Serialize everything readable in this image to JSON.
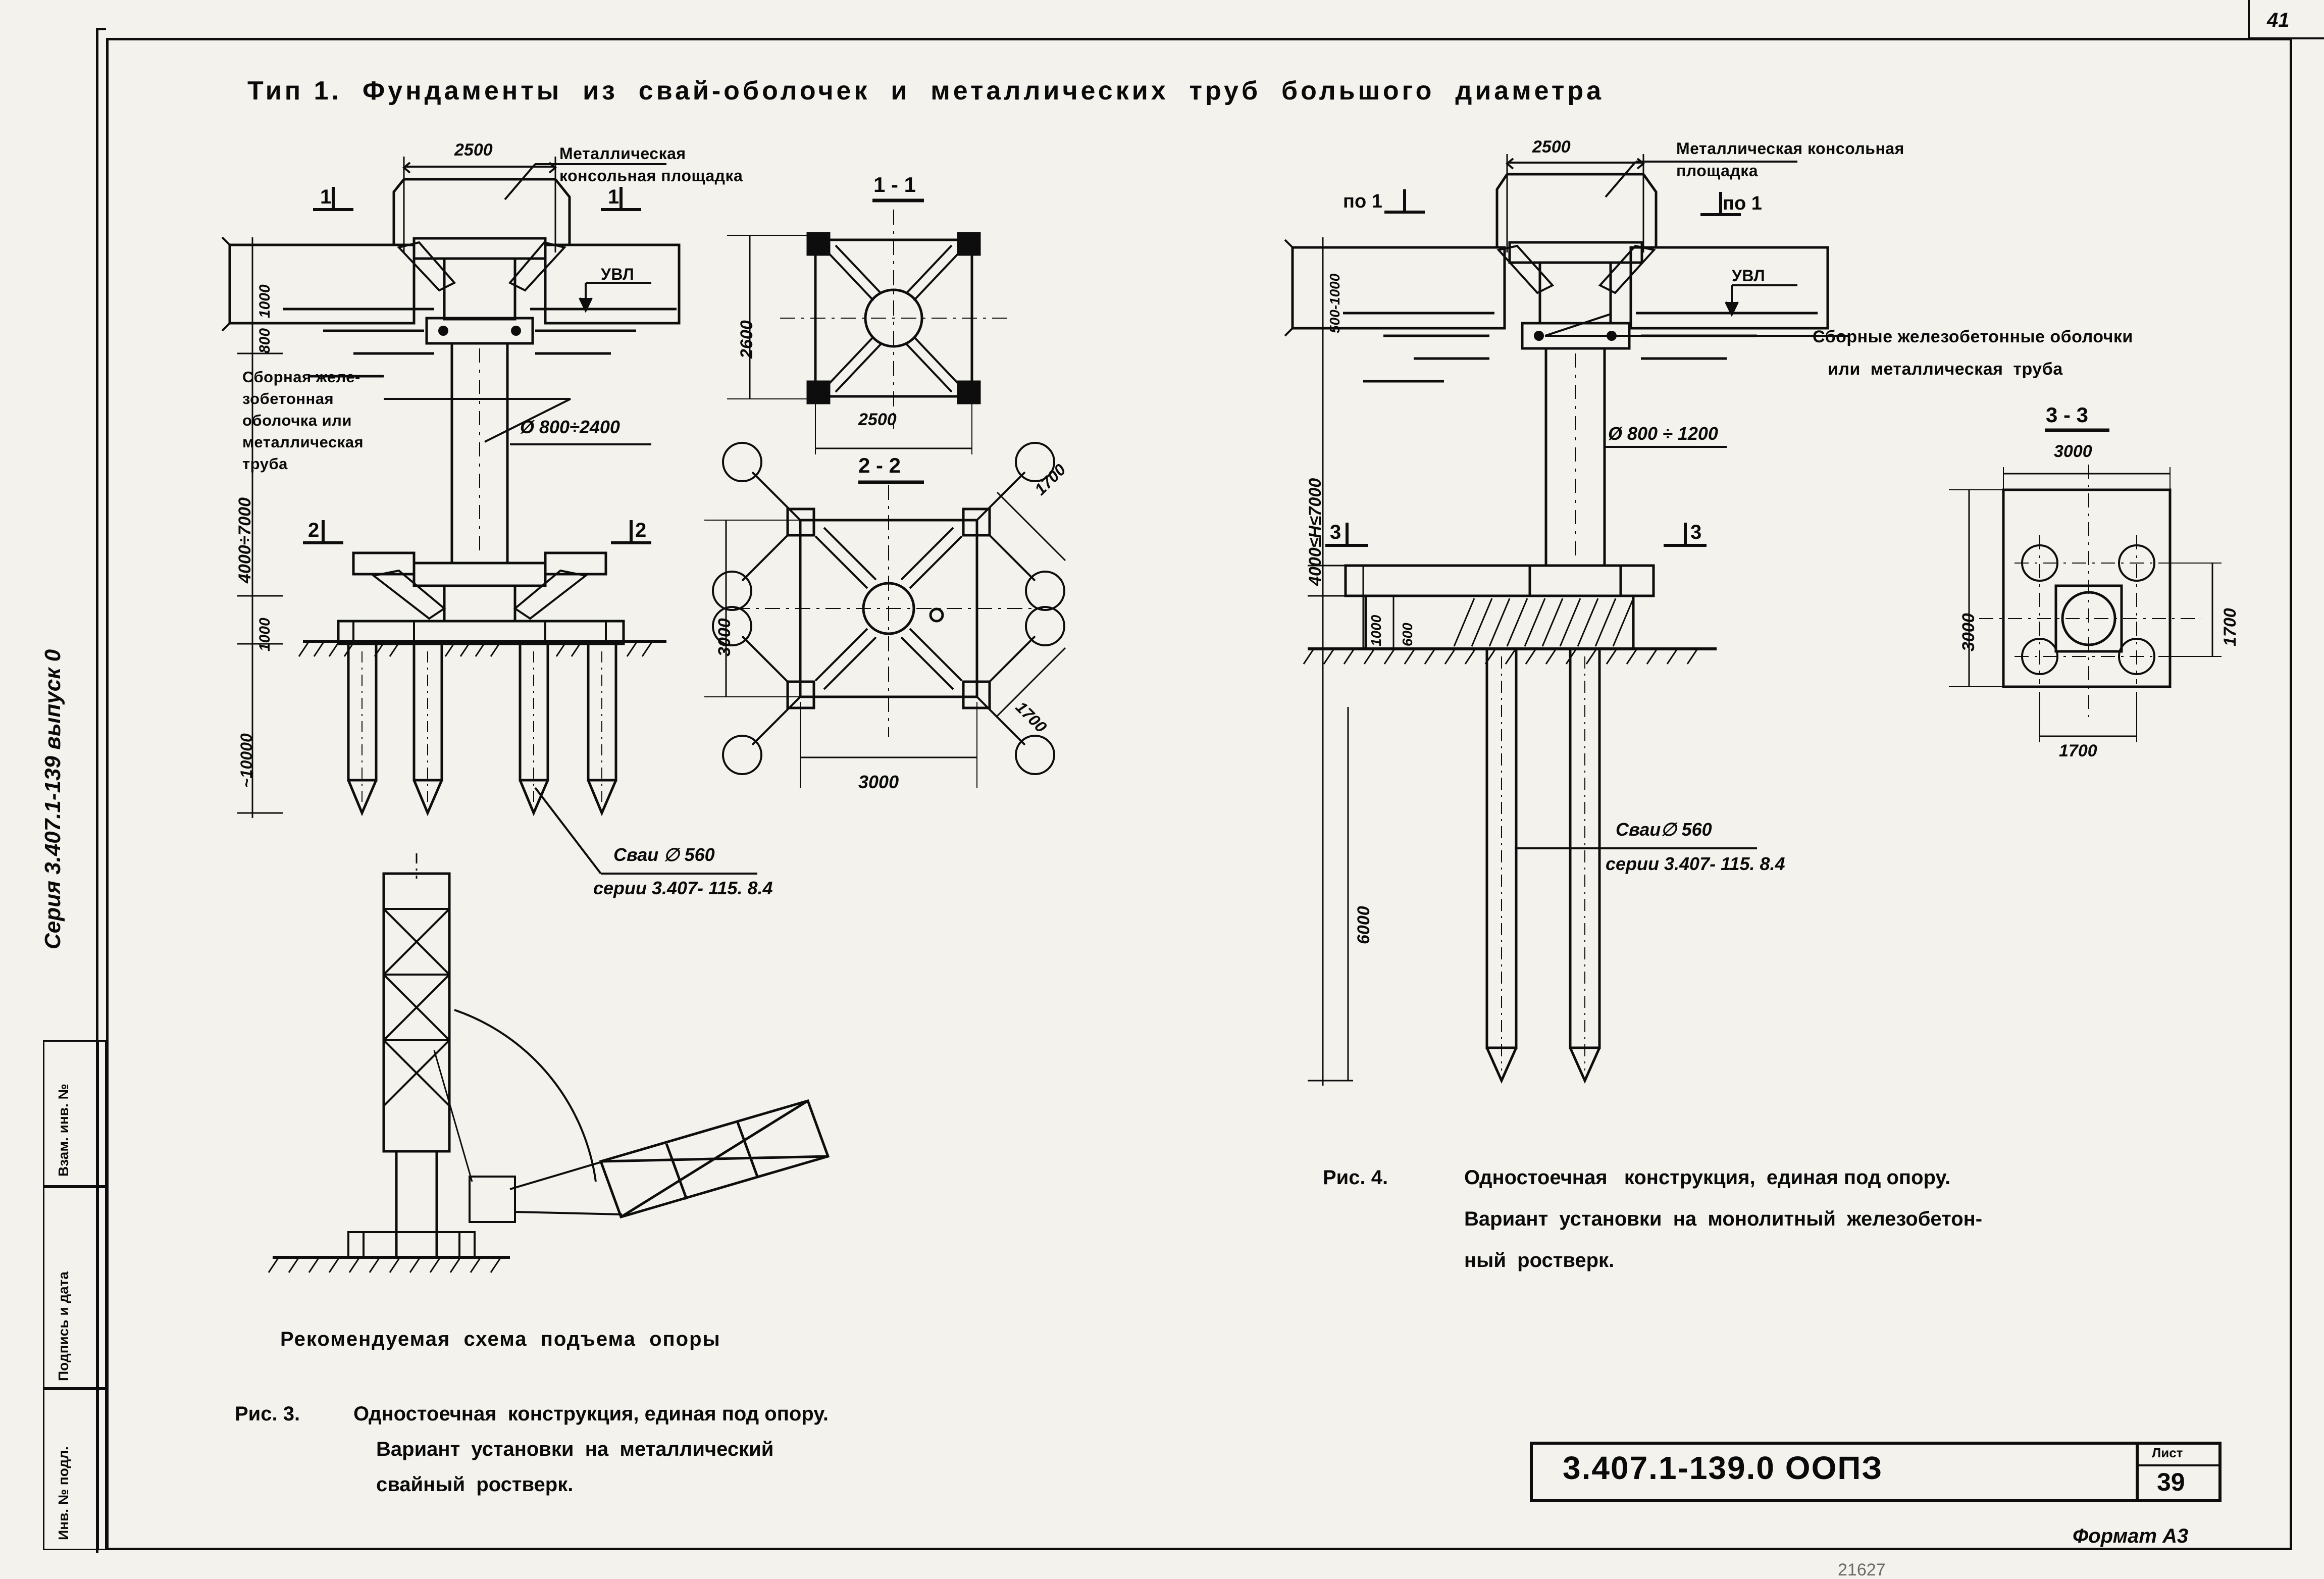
{
  "sheet": {
    "page_number_corner": "41",
    "series_vertical": "Серия 3.407.1-139 выпуск 0",
    "title": "Тип 1.  Фундаменты  из  свай-оболочек  и  металлических  труб  большого  диаметра",
    "format_note": "Формат А3",
    "bottom_code": "21627"
  },
  "title_block": {
    "drawing_code": "3.407.1-139.0 ООПЗ",
    "sheet_label": "Лист",
    "sheet_number": "39",
    "stamp_rows": [
      "Взам. инв. №",
      "Подпись и дата",
      "Инв. № подл."
    ]
  },
  "left_figure": {
    "caption_scheme": "Рекомендуемая  схема  подъема  опоры",
    "fig_number": "Рис. 3.",
    "caption_line1": "Одностоечная  конструкция, единая под опору.",
    "caption_line2": "Вариант  установки  на  металлический",
    "caption_line3": "свайный  ростверк.",
    "callouts": {
      "platform": "Металлическая\nконсольная площадка",
      "shell": "Сборная желе-\nзобетонная\nоболочка или\nметаллическая\nтруба",
      "pipe_diameter": "Ø 800÷2400",
      "piles_line1": "Сваи ∅ 560",
      "piles_line2": "серии 3.407- 115. 8.4",
      "water_level": "УВЛ"
    },
    "dimensions": {
      "width_top": "2500",
      "h_1000_a": "1000",
      "h_800": "800",
      "depth_range": "4000÷7000",
      "h_1000_b": "1000",
      "pile_length": "~10000"
    },
    "section_marks": [
      "1",
      "1",
      "2",
      "2"
    ]
  },
  "section_1_1": {
    "label": "1 - 1",
    "dim_vertical": "2600",
    "dim_horizontal": "2500"
  },
  "section_2_2": {
    "label": "2 - 2",
    "dim_vertical": "3000",
    "dim_horizontal": "3000",
    "dim_diag_top": "1700",
    "dim_diag_bottom": "1700"
  },
  "right_figure": {
    "fig_number": "Рис. 4.",
    "caption_line1": "Одностоечная   конструкция,  единая под опору.",
    "caption_line2": "Вариант  установки  на  монолитный  железобетон-",
    "caption_line3": "ный  ростверк.",
    "callouts": {
      "platform": "Металлическая консольная\nплощадка",
      "shell_line1": "Сборные железобетонные оболочки",
      "shell_line2": "или  металлическая  труба",
      "pipe_diameter": "Ø 800 ÷ 1200",
      "piles_line1": "Сваи∅ 560",
      "piles_line2": "серии 3.407- 115. 8.4",
      "water_level": "УВЛ"
    },
    "dimensions": {
      "width_top": "2500",
      "h_500_1000": "500-1000",
      "depth_range": "4000≤Н≤7000",
      "h_1000": "1000",
      "h_600": "600",
      "pile_length": "6000"
    },
    "section_marks": [
      "по 1",
      "по 1",
      "3",
      "3"
    ]
  },
  "section_3_3": {
    "label": "3 - 3",
    "dim_top": "3000",
    "dim_left": "3000",
    "dim_right": "1700",
    "dim_bottom": "1700"
  }
}
